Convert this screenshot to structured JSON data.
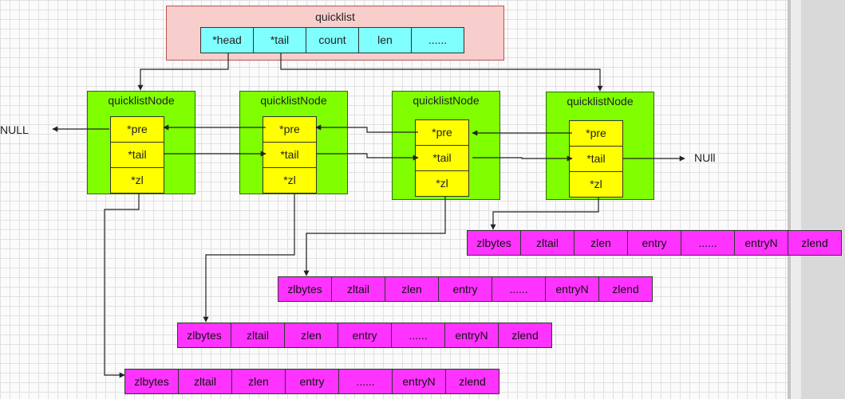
{
  "quicklist": {
    "title": "quicklist",
    "fields": [
      "*head",
      "*tail",
      "count",
      "len",
      "......"
    ]
  },
  "nodes": [
    {
      "title": "quicklistNode",
      "fields": [
        "*pre",
        "*tail",
        "*zl"
      ]
    },
    {
      "title": "quicklistNode",
      "fields": [
        "*pre",
        "*tail",
        "*zl"
      ]
    },
    {
      "title": "quicklistNode",
      "fields": [
        "*pre",
        "*tail",
        "*zl"
      ]
    },
    {
      "title": "quicklistNode",
      "fields": [
        "*pre",
        "*tail",
        "*zl"
      ]
    }
  ],
  "ziplist_fields": [
    "zlbytes",
    "zltail",
    "zlen",
    "entry",
    "......",
    "entryN",
    "zlend"
  ],
  "labels": {
    "null_left": "NULL",
    "null_right": "NUll"
  },
  "colors": {
    "quicklist_fill": "#f8cecc",
    "quicklist_fields": "#80ffff",
    "node_fill": "#80ff00",
    "pointer_fill": "#ffff00",
    "ziplist_fill": "#ff33ff"
  }
}
